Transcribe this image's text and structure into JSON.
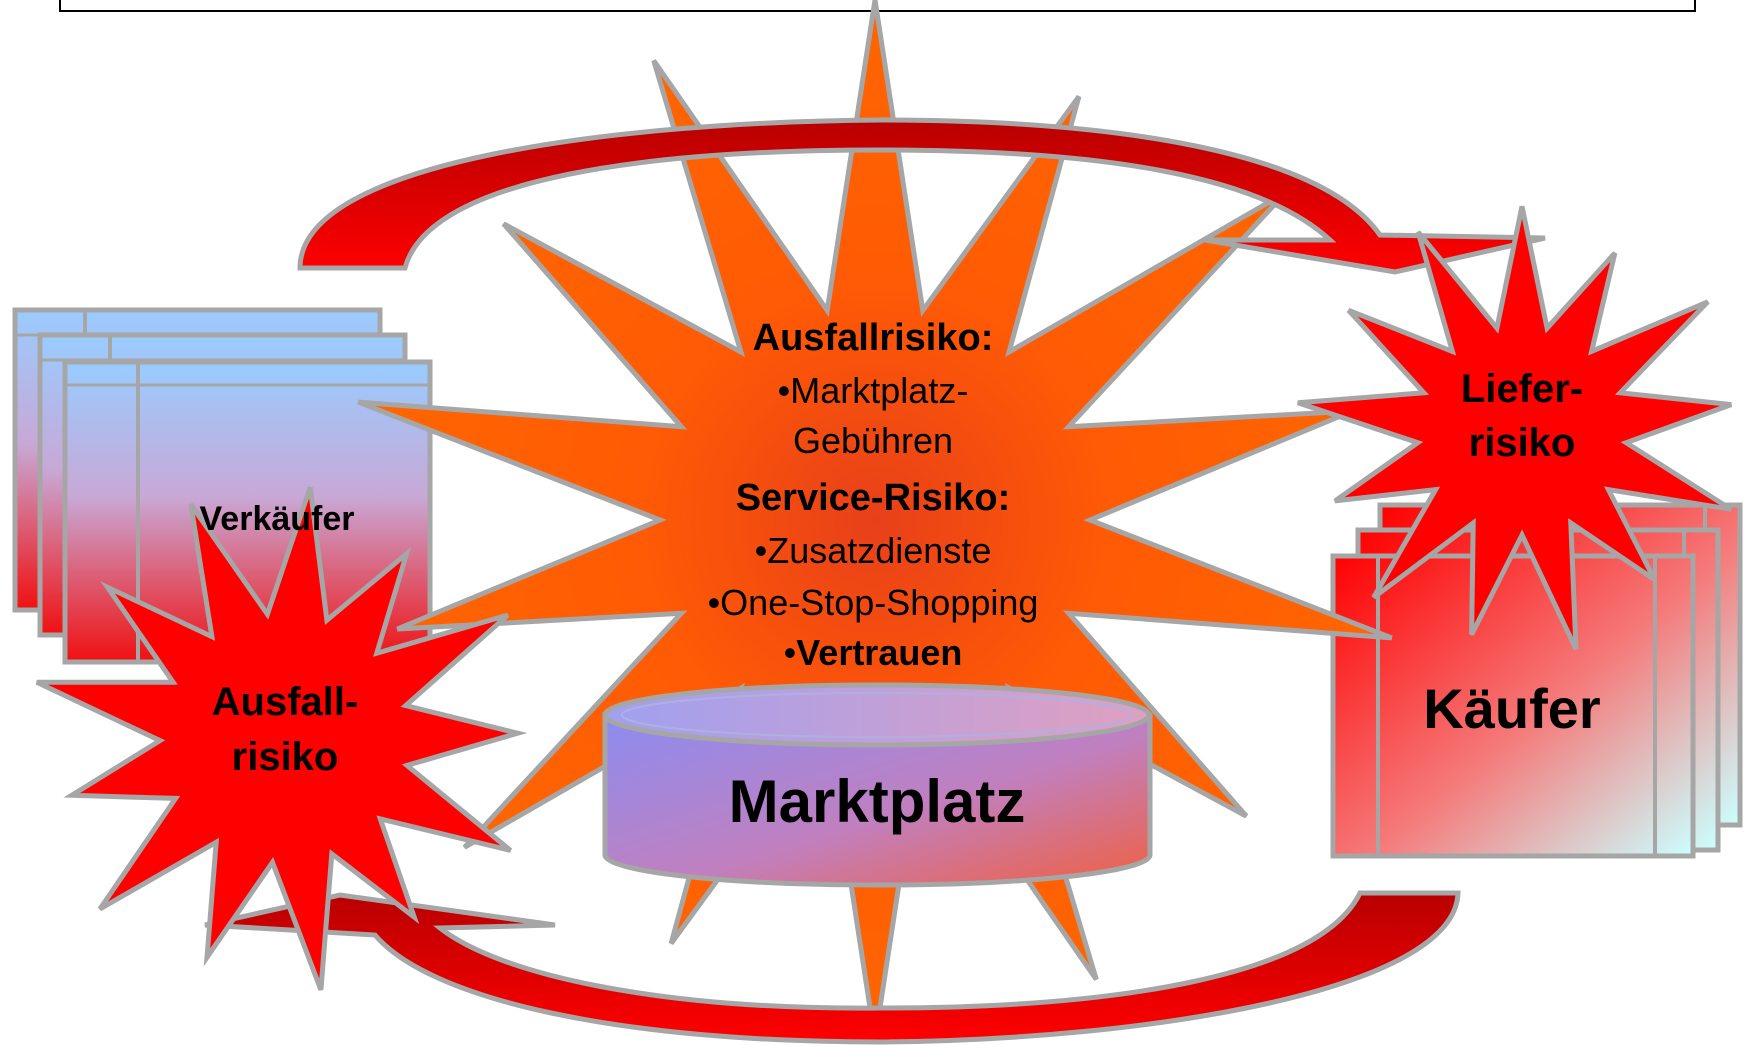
{
  "center_burst": {
    "heading_1": "Ausfallrisiko:",
    "line_1": "•Marktplatz-",
    "line_2": "Gebühren",
    "heading_2": "Service-Risiko:",
    "line_3": "•Zusatzdienste",
    "line_4": "•One-Stop-Shopping",
    "line_5_bullet": "•",
    "line_5_bold": "Vertrauen"
  },
  "marketplace": {
    "label": "Marktplatz"
  },
  "seller": {
    "label": "Verkäufer"
  },
  "buyer": {
    "label": "Käufer"
  },
  "seller_risk": {
    "line_1": "Ausfall-",
    "line_2": "risiko"
  },
  "buyer_risk": {
    "line_1": "Liefer-",
    "line_2": "risiko"
  },
  "colors": {
    "burst_orange": "#ff6600",
    "burst_center": "#e8401a",
    "arrow_red": "#e80000",
    "arrow_dark": "#b80000",
    "border_gray": "#a6a6a6",
    "seller_top_blue": "#99ccff",
    "risk_red": "#ff0000",
    "buyer_light": "#ccffff"
  }
}
